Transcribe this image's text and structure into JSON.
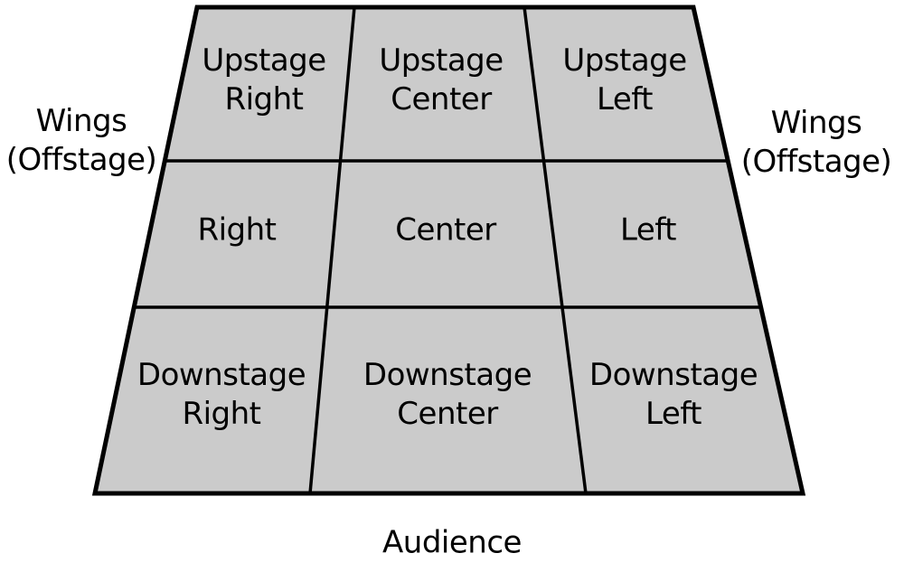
{
  "colors": {
    "background": "#ffffff",
    "stage_fill": "#cbcbcb",
    "line": "#000000",
    "text": "#000000"
  },
  "stage": {
    "cells": [
      {
        "id": "upstage-right",
        "label": "Upstage\nRight"
      },
      {
        "id": "upstage-center",
        "label": "Upstage\nCenter"
      },
      {
        "id": "upstage-left",
        "label": "Upstage\nLeft"
      },
      {
        "id": "right",
        "label": "Right"
      },
      {
        "id": "center",
        "label": "Center"
      },
      {
        "id": "left",
        "label": "Left"
      },
      {
        "id": "downstage-right",
        "label": "Downstage\nRight"
      },
      {
        "id": "downstage-center",
        "label": "Downstage\nCenter"
      },
      {
        "id": "downstage-left",
        "label": "Downstage\nLeft"
      }
    ]
  },
  "labels": {
    "wings_left": "Wings\n(Offstage)",
    "wings_right": "Wings\n(Offstage)",
    "audience": "Audience"
  }
}
